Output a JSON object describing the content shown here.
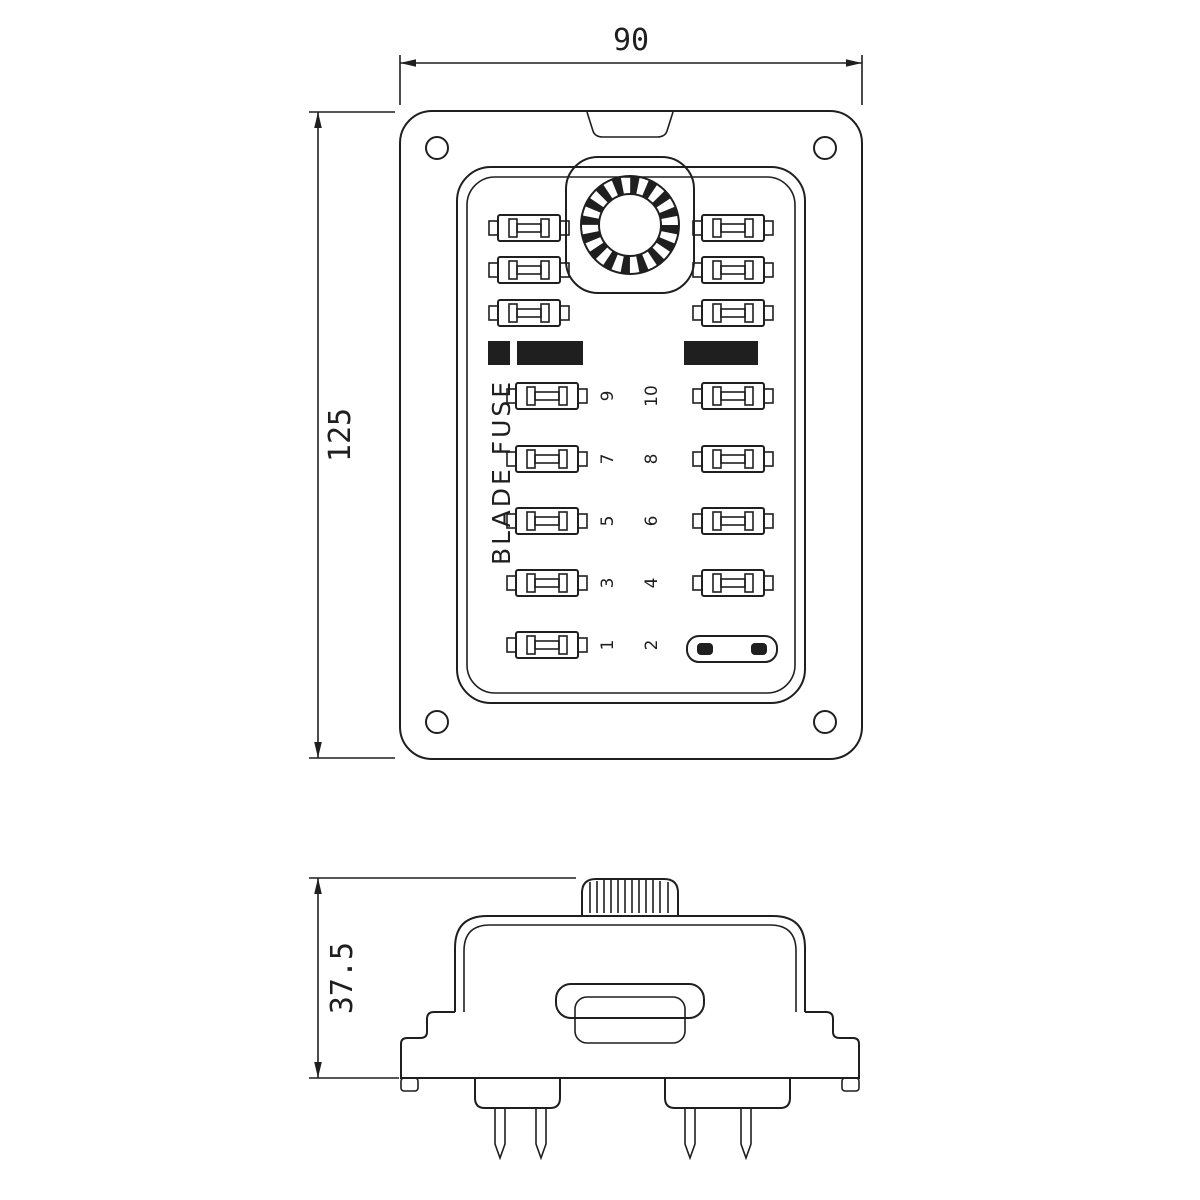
{
  "drawing": {
    "type": "technical-drawing",
    "subject": "blade fuse box, top view and side view with dimensions (mm)",
    "colors": {
      "line": "#1f1f1f",
      "background": "#ffffff"
    },
    "dimensions": {
      "width": "90",
      "height": "125",
      "side_height": "37.5"
    },
    "top_view": {
      "product_label": "BLADE FUSE",
      "circuit_rows": [
        {
          "left": "9",
          "right": "10"
        },
        {
          "left": "7",
          "right": "8"
        },
        {
          "left": "5",
          "right": "6"
        },
        {
          "left": "3",
          "right": "4"
        },
        {
          "left": "1",
          "right": "2"
        }
      ]
    }
  }
}
